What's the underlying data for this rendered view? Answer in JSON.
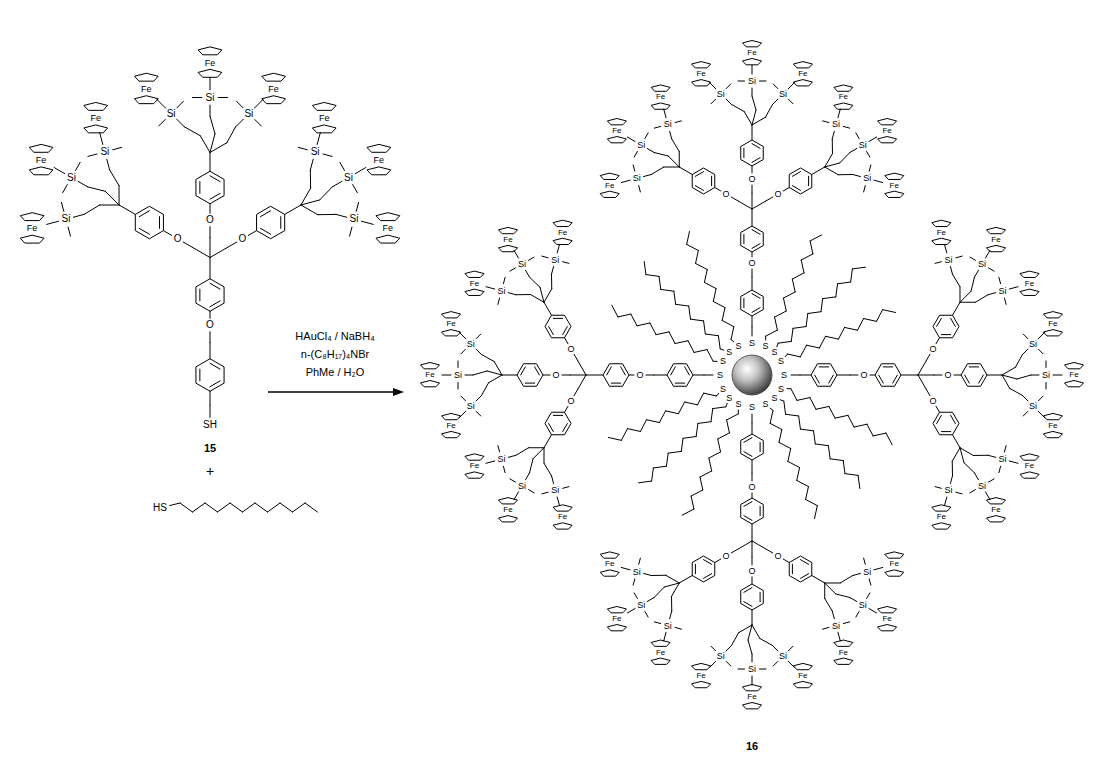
{
  "diagram": {
    "labels": [
      "SH",
      "O",
      "O",
      "Si",
      "Fe",
      "Si",
      "Fe",
      "Si",
      "Fe",
      "O",
      "Si",
      "Fe",
      "Si",
      "Fe",
      "Si",
      "Fe",
      "O",
      "Si",
      "Fe",
      "Si",
      "Fe",
      "Si",
      "Fe",
      "15",
      "+",
      "HS",
      "HAuCl₄ / NaBH₄",
      "n-(C₈H₁₇)₄NBr",
      "PhMe / H₂O",
      "S",
      "O",
      "O",
      "Si",
      "Fe",
      "Si",
      "Fe",
      "Si",
      "Fe",
      "O",
      "Si",
      "Fe",
      "Si",
      "Fe",
      "Si",
      "Fe",
      "O",
      "Si",
      "Fe",
      "Si",
      "Fe",
      "Si",
      "Fe",
      "S",
      "O",
      "O",
      "Si",
      "Fe",
      "Si",
      "Fe",
      "Si",
      "Fe",
      "O",
      "Si",
      "Fe",
      "Si",
      "Fe",
      "Si",
      "Fe",
      "O",
      "Si",
      "Fe",
      "Si",
      "Fe",
      "Si",
      "Fe",
      "S",
      "O",
      "O",
      "Si",
      "Fe",
      "Si",
      "Fe",
      "Si",
      "Fe",
      "O",
      "Si",
      "Fe",
      "Si",
      "Fe",
      "Si",
      "Fe",
      "O",
      "Si",
      "Fe",
      "Si",
      "Fe",
      "Si",
      "Fe",
      "S",
      "O",
      "O",
      "Si",
      "Fe",
      "Si",
      "Fe",
      "Si",
      "Fe",
      "O",
      "Si",
      "Fe",
      "Si",
      "Fe",
      "Si",
      "Fe",
      "O",
      "Si",
      "Fe",
      "Si",
      "Fe",
      "Si",
      "Fe",
      "S",
      "S",
      "S",
      "S",
      "S",
      "S",
      "S",
      "S",
      "S",
      "S",
      "S",
      "S",
      "16"
    ]
  }
}
